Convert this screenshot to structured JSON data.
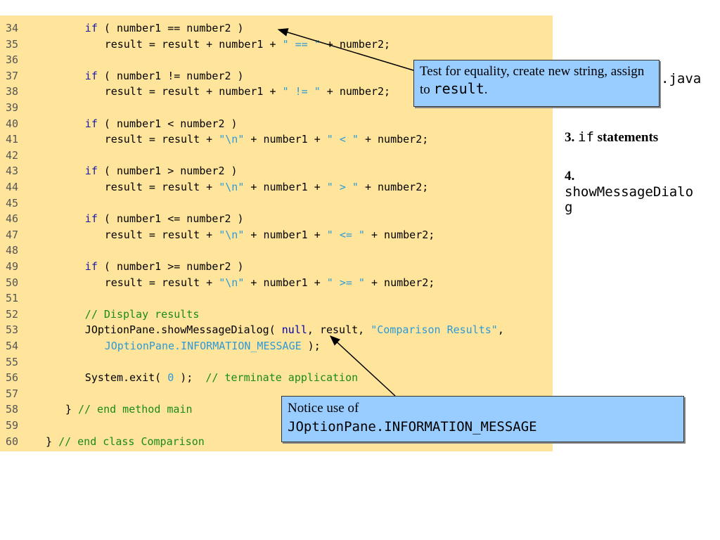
{
  "code": {
    "lines": [
      {
        "num": "34",
        "indent": 6,
        "tokens": [
          {
            "t": "if",
            "c": "kw"
          },
          {
            "t": " ( number1 == number2 )",
            "c": ""
          }
        ]
      },
      {
        "num": "35",
        "indent": 9,
        "tokens": [
          {
            "t": "result = result + number1 + ",
            "c": ""
          },
          {
            "t": "\" == \"",
            "c": "str"
          },
          {
            "t": " + number2;",
            "c": ""
          }
        ]
      },
      {
        "num": "36",
        "indent": 0,
        "tokens": []
      },
      {
        "num": "37",
        "indent": 6,
        "tokens": [
          {
            "t": "if",
            "c": "kw"
          },
          {
            "t": " ( number1 != number2 )",
            "c": ""
          }
        ]
      },
      {
        "num": "38",
        "indent": 9,
        "tokens": [
          {
            "t": "result = result + number1 + ",
            "c": ""
          },
          {
            "t": "\" != \"",
            "c": "str"
          },
          {
            "t": " + number2;",
            "c": ""
          }
        ]
      },
      {
        "num": "39",
        "indent": 0,
        "tokens": []
      },
      {
        "num": "40",
        "indent": 6,
        "tokens": [
          {
            "t": "if",
            "c": "kw"
          },
          {
            "t": " ( number1 < number2 )",
            "c": ""
          }
        ]
      },
      {
        "num": "41",
        "indent": 9,
        "tokens": [
          {
            "t": "result = result + ",
            "c": ""
          },
          {
            "t": "\"\\n\"",
            "c": "str"
          },
          {
            "t": " + number1 + ",
            "c": ""
          },
          {
            "t": "\" < \"",
            "c": "str"
          },
          {
            "t": " + number2;",
            "c": ""
          }
        ]
      },
      {
        "num": "42",
        "indent": 0,
        "tokens": []
      },
      {
        "num": "43",
        "indent": 6,
        "tokens": [
          {
            "t": "if",
            "c": "kw"
          },
          {
            "t": " ( number1 > number2 )",
            "c": ""
          }
        ]
      },
      {
        "num": "44",
        "indent": 9,
        "tokens": [
          {
            "t": "result = result + ",
            "c": ""
          },
          {
            "t": "\"\\n\"",
            "c": "str"
          },
          {
            "t": " + number1 + ",
            "c": ""
          },
          {
            "t": "\" > \"",
            "c": "str"
          },
          {
            "t": " + number2;",
            "c": ""
          }
        ]
      },
      {
        "num": "45",
        "indent": 0,
        "tokens": []
      },
      {
        "num": "46",
        "indent": 6,
        "tokens": [
          {
            "t": "if",
            "c": "kw"
          },
          {
            "t": " ( number1 <= number2 )",
            "c": ""
          }
        ]
      },
      {
        "num": "47",
        "indent": 9,
        "tokens": [
          {
            "t": "result = result + ",
            "c": ""
          },
          {
            "t": "\"\\n\"",
            "c": "str"
          },
          {
            "t": " + number1 + ",
            "c": ""
          },
          {
            "t": "\" <= \"",
            "c": "str"
          },
          {
            "t": " + number2;",
            "c": ""
          }
        ]
      },
      {
        "num": "48",
        "indent": 0,
        "tokens": []
      },
      {
        "num": "49",
        "indent": 6,
        "tokens": [
          {
            "t": "if",
            "c": "kw"
          },
          {
            "t": " ( number1 >= number2 )",
            "c": ""
          }
        ]
      },
      {
        "num": "50",
        "indent": 9,
        "tokens": [
          {
            "t": "result = result + ",
            "c": ""
          },
          {
            "t": "\"\\n\"",
            "c": "str"
          },
          {
            "t": " + number1 + ",
            "c": ""
          },
          {
            "t": "\" >= \"",
            "c": "str"
          },
          {
            "t": " + number2;",
            "c": ""
          }
        ]
      },
      {
        "num": "51",
        "indent": 0,
        "tokens": []
      },
      {
        "num": "52",
        "indent": 6,
        "tokens": [
          {
            "t": "// Display results",
            "c": "cm"
          }
        ]
      },
      {
        "num": "53",
        "indent": 6,
        "tokens": [
          {
            "t": "JOptionPane.showMessageDialog( ",
            "c": ""
          },
          {
            "t": "null",
            "c": "nul"
          },
          {
            "t": ", result, ",
            "c": ""
          },
          {
            "t": "\"Comparison Results\"",
            "c": "str"
          },
          {
            "t": ",",
            "c": ""
          }
        ]
      },
      {
        "num": "54",
        "indent": 9,
        "tokens": [
          {
            "t": "JOptionPane.INFORMATION_MESSAGE",
            "c": "str"
          },
          {
            "t": " );",
            "c": ""
          }
        ]
      },
      {
        "num": "55",
        "indent": 0,
        "tokens": []
      },
      {
        "num": "56",
        "indent": 6,
        "tokens": [
          {
            "t": "System.exit( ",
            "c": ""
          },
          {
            "t": "0",
            "c": "str"
          },
          {
            "t": " );  ",
            "c": ""
          },
          {
            "t": "// terminate application",
            "c": "cm"
          }
        ]
      },
      {
        "num": "57",
        "indent": 0,
        "tokens": []
      },
      {
        "num": "58",
        "indent": 3,
        "tokens": [
          {
            "t": "} ",
            "c": ""
          },
          {
            "t": "// end method main",
            "c": "cm"
          }
        ]
      },
      {
        "num": "59",
        "indent": 0,
        "tokens": []
      },
      {
        "num": "60",
        "indent": 0,
        "tokens": [
          {
            "t": "} ",
            "c": ""
          },
          {
            "t": "// end class Comparison",
            "c": "cm"
          }
        ]
      }
    ]
  },
  "callouts": {
    "equality": {
      "text": "Test for equality, create new string, assign to ",
      "code": "result",
      "end": "."
    },
    "info": {
      "text": "Notice use of",
      "code": "JOptionPane.INFORMATION_MESSAGE"
    }
  },
  "sidebar": {
    "java": ".java",
    "item3_num": "3. ",
    "item3_code": "if",
    "item3_text": " statements",
    "item4_num": "4.",
    "item4_code_a": "showMessageDialo",
    "item4_code_b": "g"
  },
  "colors": {
    "panel": "#ffe49c",
    "callout": "#99ccff",
    "keyword": "#1a1aa6",
    "string": "#2c9ad6",
    "comment": "#1a8a1a"
  }
}
